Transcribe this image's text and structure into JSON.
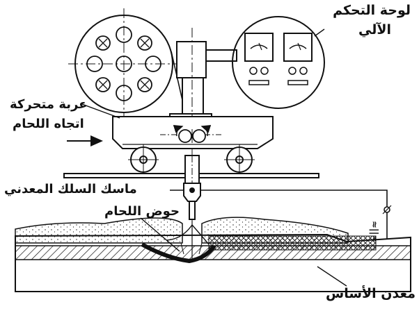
{
  "labels": {
    "control_panel_line1": "لوحة التحكم",
    "control_panel_line2": "الآلي",
    "moving_carriage": "عربة متحركة",
    "welding_direction": "اتجاه اللحام",
    "wire_holder": "ماسك السلك المعدني",
    "weld_pool": "حوض اللحام",
    "base_metal": "معدن الأساس",
    "power_symbol": "≈||≈"
  },
  "colors": {
    "ink": "#111111",
    "background": "#ffffff"
  }
}
